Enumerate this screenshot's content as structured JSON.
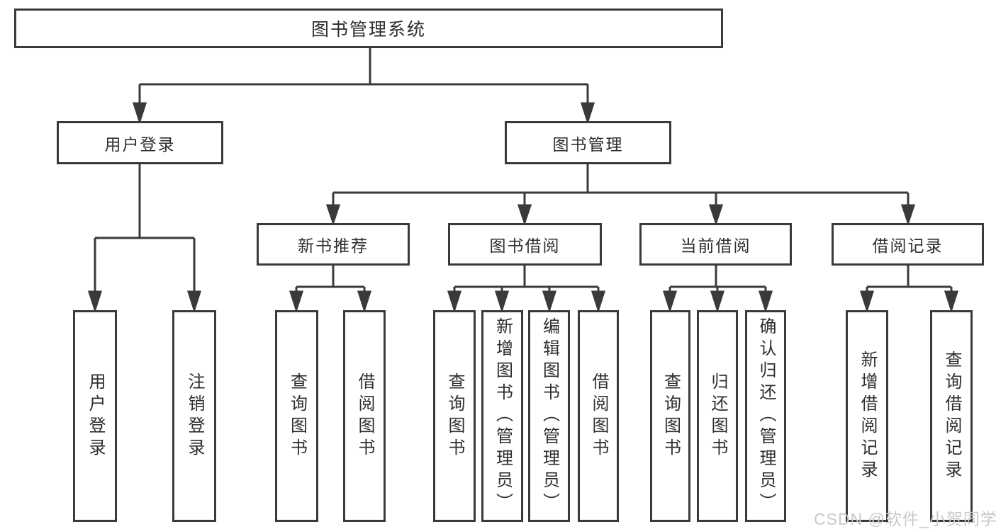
{
  "colors": {
    "line": "#3a3a3a",
    "box_border": "#3a3a3a",
    "box_fill": "#ffffff",
    "text": "#2e2e2e",
    "background": "#ffffff",
    "watermark": "#c9c9c9"
  },
  "watermark": {
    "text": "CSDN @软件_小贺同学"
  },
  "diagram": {
    "type": "hierarchy-tree",
    "root": {
      "label": "图书管理系统"
    },
    "branches": [
      {
        "label": "用户登录",
        "children": [
          "用户登录",
          "注销登录"
        ]
      },
      {
        "label": "图书管理",
        "groups": [
          {
            "label": "新书推荐",
            "children": [
              "查询图书",
              "借阅图书"
            ]
          },
          {
            "label": "图书借阅",
            "children": [
              "查询图书",
              "新增图书（管理员）",
              "编辑图书（管理员）",
              "借阅图书"
            ]
          },
          {
            "label": "当前借阅",
            "children": [
              "查询图书",
              "归还图书",
              "确认归还（管理员）"
            ]
          },
          {
            "label": "借阅记录",
            "children": [
              "新增借阅记录",
              "查询借阅记录"
            ]
          }
        ]
      }
    ]
  }
}
